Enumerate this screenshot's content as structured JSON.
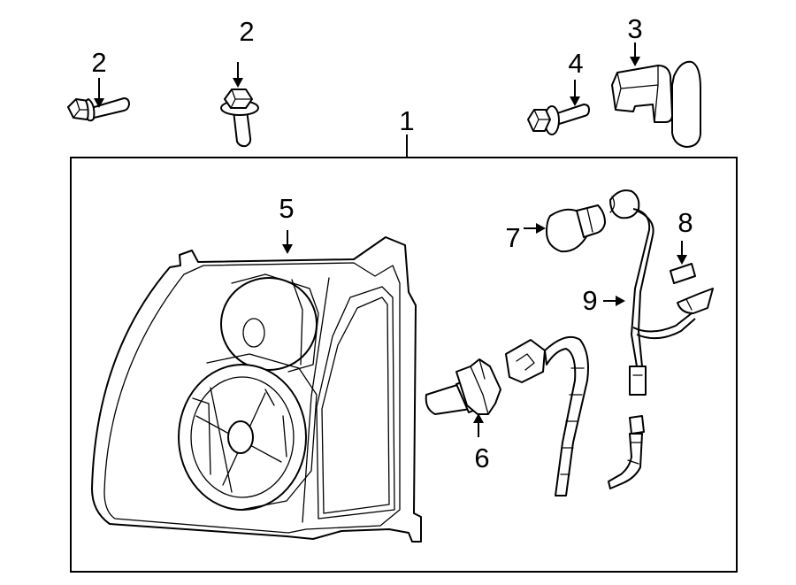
{
  "callouts": {
    "c1": "1",
    "c2a": "2",
    "c2b": "2",
    "c3": "3",
    "c4": "4",
    "c5": "5",
    "c6": "6",
    "c7": "7",
    "c8": "8",
    "c9": "9"
  },
  "colors": {
    "ink": "#000000",
    "paper": "#ffffff"
  }
}
